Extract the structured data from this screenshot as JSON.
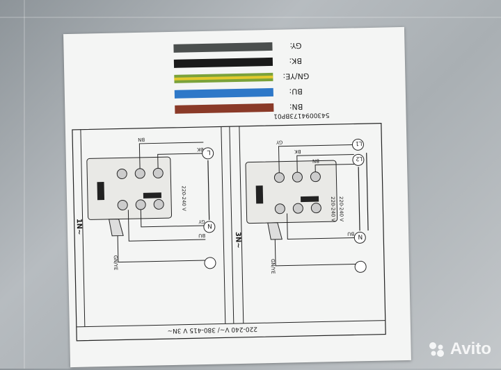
{
  "wire_legend": [
    {
      "code": "GY:",
      "color": "#4b4f4e"
    },
    {
      "code": "BK:",
      "color": "#1a1a1a"
    },
    {
      "code": "GN/YE:",
      "color": "#7aa23a"
    },
    {
      "code": "BU:",
      "color": "#2e78c8"
    },
    {
      "code": "BN:",
      "color": "#8a3a28"
    }
  ],
  "part_number": "5430094173BP01",
  "supply_line": "220-240 V~/ 380-415 V 3N~",
  "left_diagram": {
    "mode": "1N~",
    "wires": [
      "BN",
      "BK",
      "GY",
      "BU",
      "GN/YE"
    ],
    "terminals": [
      "L",
      "N"
    ],
    "voltage": "220-240 V"
  },
  "right_diagram": {
    "mode": "3N~",
    "wires": [
      "GY",
      "BK",
      "BN",
      "BU",
      "GN/YE"
    ],
    "terminals": [
      "L1",
      "L2",
      "N"
    ],
    "voltages": [
      "220-240 V",
      "220-240 V"
    ]
  },
  "watermark": "Avito"
}
